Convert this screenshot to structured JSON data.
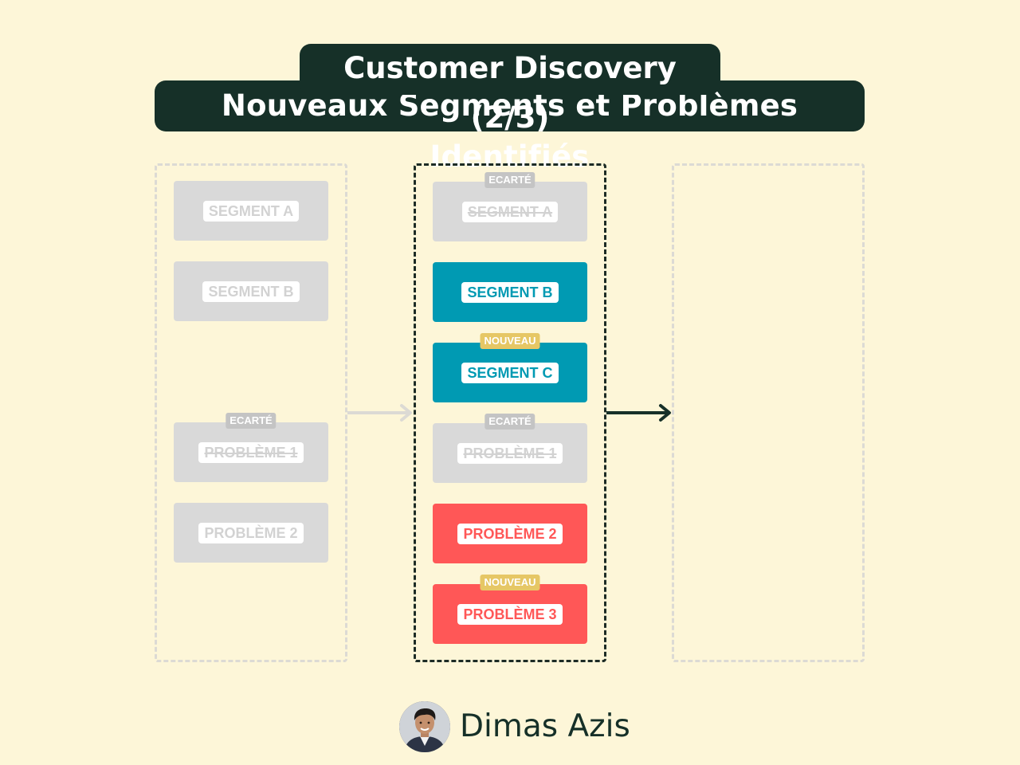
{
  "title": {
    "line1": "Customer Discovery (2/3)",
    "line2": "Nouveaux Segments et Problèmes Identifiés"
  },
  "colors": {
    "background": "#fdf6d8",
    "title_bg": "#163028",
    "segment": "#009ab3",
    "problem": "#ff5757",
    "inactive": "#d9d9d9",
    "badge_nouveau": "#e6c765",
    "badge_ecarte": "#c4c4c4"
  },
  "columns": [
    {
      "state": "previous",
      "cards": [
        {
          "label": "SEGMENT A",
          "kind": "segment",
          "status": "inactive"
        },
        {
          "label": "SEGMENT B",
          "kind": "segment",
          "status": "inactive"
        },
        {
          "label": "PROBLÈME 1",
          "kind": "problem",
          "status": "inactive",
          "badge": "ECARTÉ",
          "struck": true
        },
        {
          "label": "PROBLÈME 2",
          "kind": "problem",
          "status": "inactive"
        }
      ]
    },
    {
      "state": "current",
      "cards": [
        {
          "label": "SEGMENT A",
          "kind": "segment",
          "status": "discarded",
          "badge": "ECARTÉ",
          "struck": true
        },
        {
          "label": "SEGMENT B",
          "kind": "segment",
          "status": "active"
        },
        {
          "label": "SEGMENT C",
          "kind": "segment",
          "status": "active",
          "badge": "NOUVEAU"
        },
        {
          "label": "PROBLÈME 1",
          "kind": "problem",
          "status": "discarded",
          "badge": "ECARTÉ",
          "struck": true
        },
        {
          "label": "PROBLÈME 2",
          "kind": "problem",
          "status": "active"
        },
        {
          "label": "PROBLÈME 3",
          "kind": "problem",
          "status": "active",
          "badge": "NOUVEAU"
        }
      ]
    },
    {
      "state": "next",
      "cards": []
    }
  ],
  "author": {
    "name": "Dimas Azis",
    "icon": "avatar-photo"
  }
}
